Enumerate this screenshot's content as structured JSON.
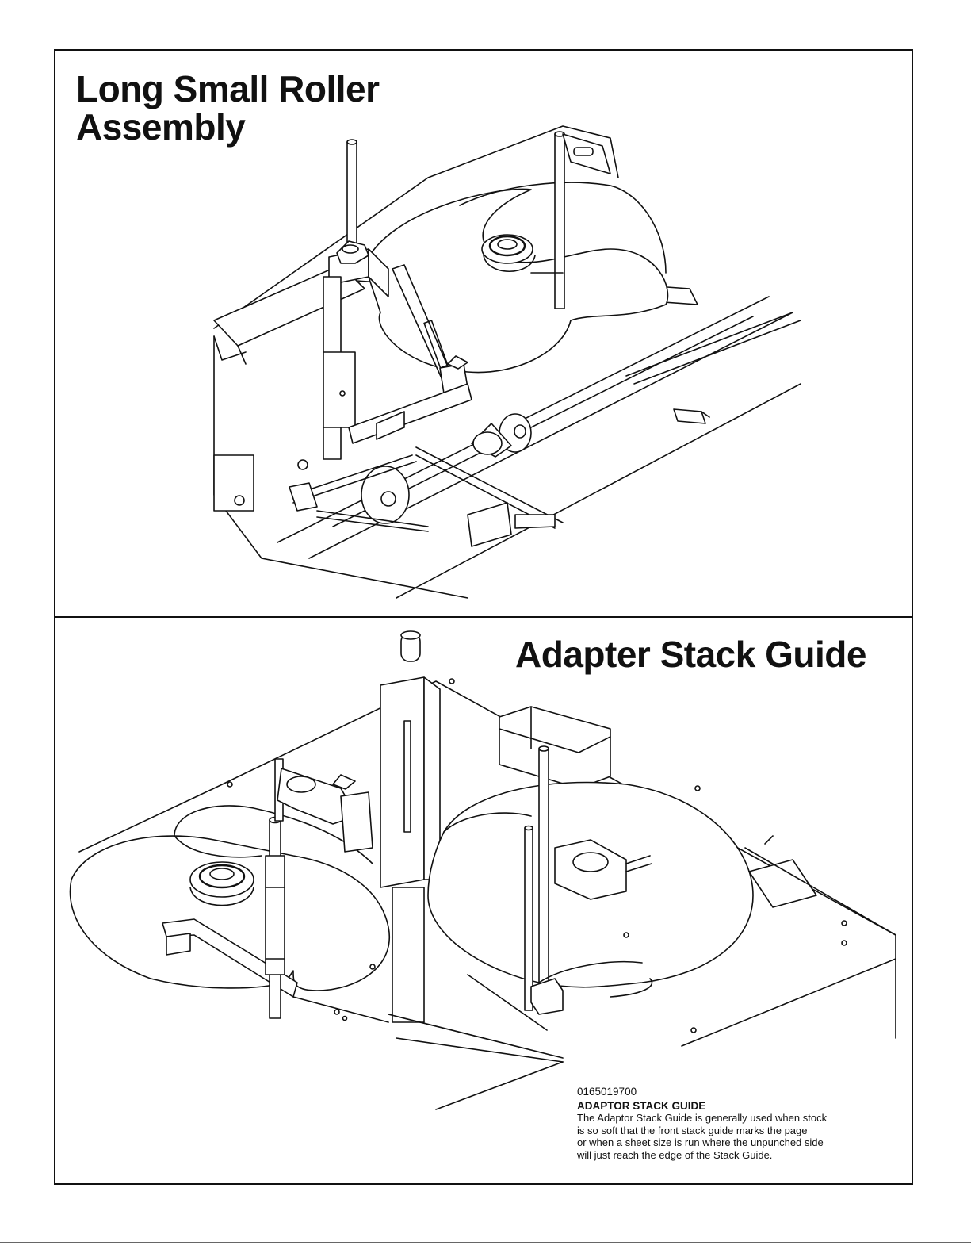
{
  "sections": {
    "top": {
      "title_lines": [
        "Long Small Roller",
        "Assembly"
      ]
    },
    "bottom": {
      "title": "Adapter Stack Guide",
      "caption": {
        "part_number": "0165019700",
        "heading": "ADAPTOR STACK GUIDE",
        "body_lines": [
          "The Adaptor Stack Guide is generally used when stock",
          "is so soft that the front stack guide marks the page",
          "or when a sheet size is run where the unpunched side",
          "will just reach the edge of the Stack Guide."
        ]
      }
    }
  }
}
